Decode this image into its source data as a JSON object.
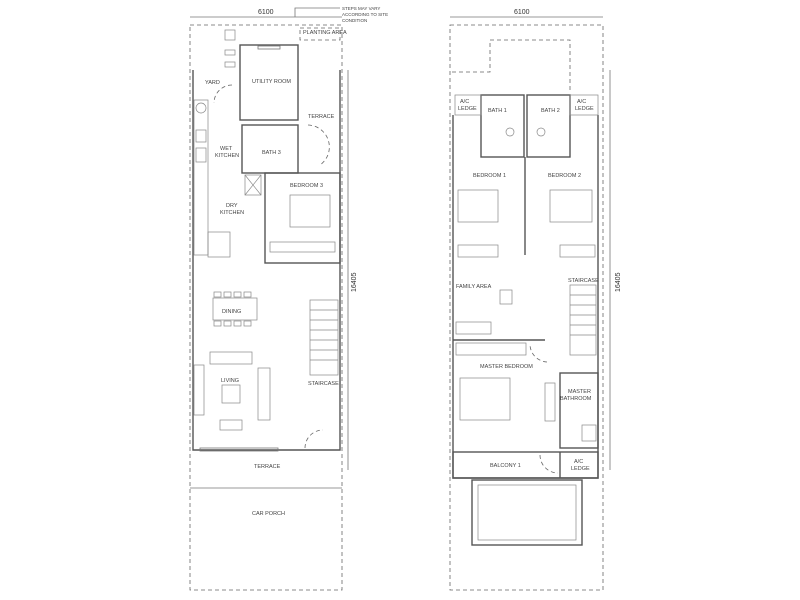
{
  "ground_floor": {
    "width_dim": "6100",
    "depth_dim": "16405",
    "note": [
      "STEPS MAY VARY",
      "ACCORDING TO SITE",
      "CONDITION"
    ],
    "rooms": {
      "planting_area": "PLANTING AREA",
      "utility_room": "UTILITY ROOM",
      "yard": "YARD",
      "terrace_upper": "TERRACE",
      "wet_kitchen": [
        "WET",
        "KITCHEN"
      ],
      "bath3": "BATH 3",
      "bedroom3": "BEDROOM 3",
      "dry_kitchen": [
        "DRY",
        "KITCHEN"
      ],
      "dining": "DINING",
      "living": "LIVING",
      "staircase": "STAIRCASE",
      "terrace_lower": "TERRACE",
      "car_porch": "CAR PORCH"
    }
  },
  "first_floor": {
    "width_dim": "6100",
    "depth_dim": "16405",
    "rooms": {
      "ac_ledge_left": [
        "A/C",
        "LEDGE"
      ],
      "ac_ledge_right": [
        "A/C",
        "LEDGE"
      ],
      "bath1": "BATH 1",
      "bath2": "BATH 2",
      "bedroom1": "BEDROOM 1",
      "bedroom2": "BEDROOM 2",
      "family_area": "FAMILY AREA",
      "staircase": "STAIRCASE",
      "master_bedroom": "MASTER BEDROOM",
      "master_bathroom": [
        "MASTER",
        "BATHROOM"
      ],
      "balcony1": "BALCONY 1",
      "ac_ledge_bottom": [
        "A/C",
        "LEDGE"
      ]
    }
  }
}
